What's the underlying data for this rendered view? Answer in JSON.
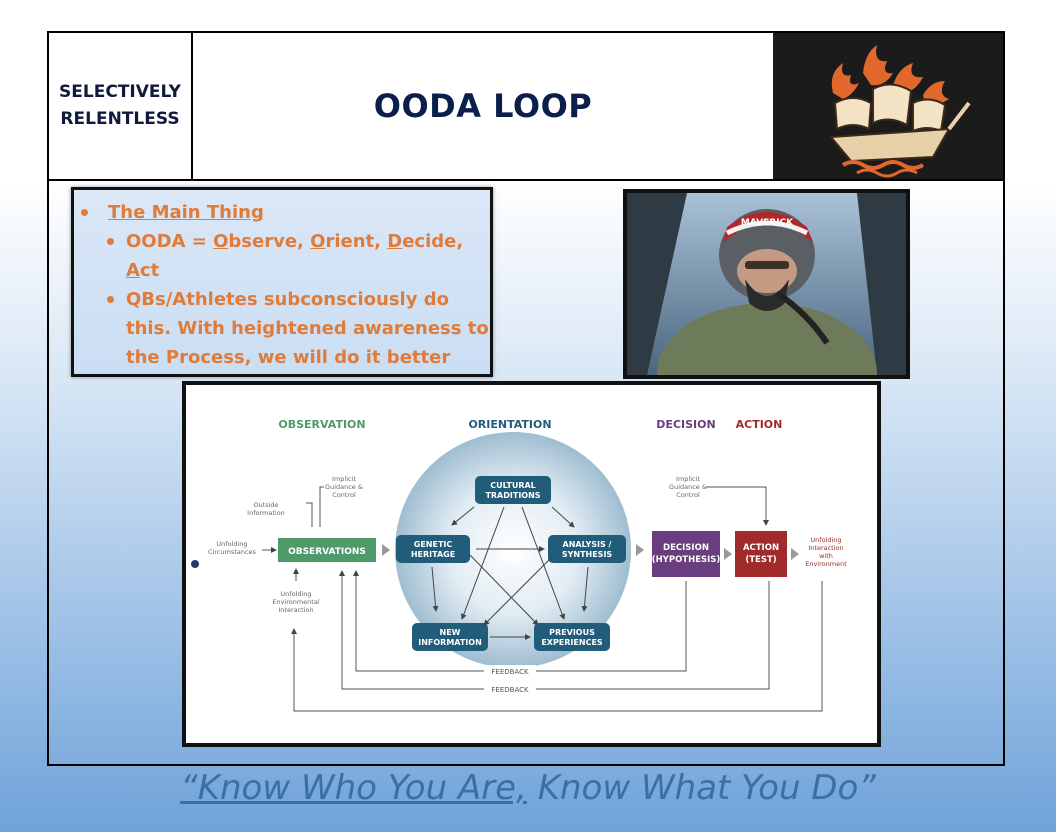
{
  "header": {
    "brand_line1": "SELECTIVELY",
    "brand_line2": "RELENTLESS",
    "title": "OODA LOOP",
    "logo_icon": "burning-ship-icon"
  },
  "bullets": {
    "main_heading": "The Main Thing",
    "item1_prefix": "OODA = ",
    "item1_o1": "O",
    "item1_observe": "bserve, ",
    "item1_o2": "O",
    "item1_orient": "rient, ",
    "item1_d": "D",
    "item1_decide": "ecide,",
    "item1_a": "A",
    "item1_act": "ct",
    "item2_line1": "QBs/Athletes subconsciously do",
    "item2_line2": "this. With heightened awareness to",
    "item2_line3": "the Process, we will do it better"
  },
  "photo": {
    "icon": "pilot-photo",
    "helmet_text": "MAVERICK"
  },
  "diagram": {
    "headers": {
      "observation": "OBSERVATION",
      "orientation": "ORIENTATION",
      "decision": "DECISION",
      "action": "ACTION"
    },
    "labels": {
      "implicit_top_l1": "Implicit",
      "implicit_top_l2": "Guidance &",
      "implicit_top_l3": "Control",
      "outside_l1": "Outside",
      "outside_l2": "Information",
      "unfolding_circ_l1": "Unfolding",
      "unfolding_circ_l2": "Circumstances",
      "observations": "OBSERVATIONS",
      "unfolding_env_l1": "Unfolding",
      "unfolding_env_l2": "Environmental",
      "unfolding_env_l3": "Interaction",
      "cultural_l1": "CULTURAL",
      "cultural_l2": "TRADITIONS",
      "genetic_l1": "GENETIC",
      "genetic_l2": "HERITAGE",
      "analysis_l1": "ANALYSIS /",
      "analysis_l2": "SYNTHESIS",
      "new_l1": "NEW",
      "new_l2": "INFORMATION",
      "previous_l1": "PREVIOUS",
      "previous_l2": "EXPERIENCES",
      "implicit_right_l1": "Implicit",
      "implicit_right_l2": "Guidance &",
      "implicit_right_l3": "Control",
      "decision_l1": "DECISION",
      "decision_l2": "(HYPOTHESIS)",
      "action_l1": "ACTION",
      "action_l2": "(TEST)",
      "unfolding_inter_l1": "Unfolding",
      "unfolding_inter_l2": "Interaction",
      "unfolding_inter_l3": "with",
      "unfolding_inter_l4": "Environment",
      "feedback1": "FEEDBACK",
      "feedback2": "FEEDBACK"
    },
    "colors": {
      "observation": "#4f9a6a",
      "orientation": "#215c7a",
      "decision": "#6a3d7e",
      "action": "#a12a2a"
    }
  },
  "footer": {
    "tagline_lead": "“Know Who You Are,",
    "tagline_rest": " Know What You Do”"
  }
}
